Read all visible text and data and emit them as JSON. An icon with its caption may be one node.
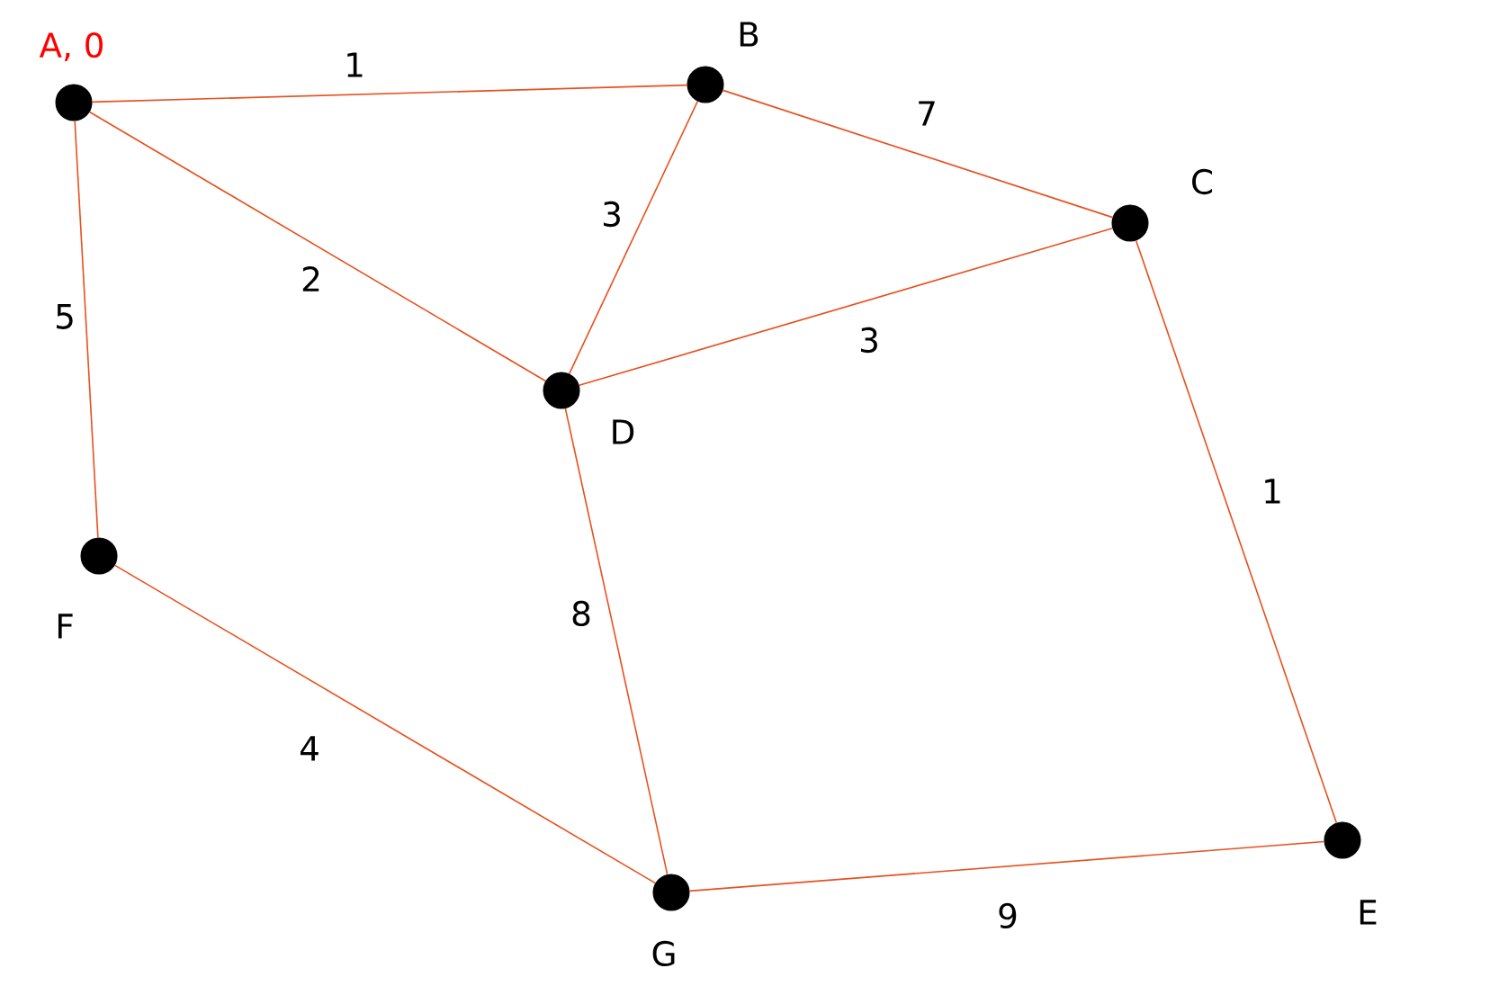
{
  "diagram": {
    "nodes": [
      {
        "text": [],
        "shape": "circle",
        "beside": [
          "A, 0"
        ]
      },
      {
        "text": [],
        "shape": "circle",
        "beside": [
          "B"
        ]
      },
      {
        "text": [],
        "shape": "circle",
        "beside": [
          "C"
        ]
      },
      {
        "text": [],
        "shape": "circle",
        "beside": [
          "D"
        ]
      },
      {
        "text": [],
        "shape": "circle",
        "beside": [
          "F"
        ]
      },
      {
        "text": [],
        "shape": "circle",
        "beside": [
          "G"
        ]
      },
      {
        "text": [],
        "shape": "circle",
        "beside": [
          "E"
        ]
      }
    ],
    "edges": [
      {
        "from": 0,
        "to": 1,
        "arrow": "none",
        "label": "1"
      },
      {
        "from": 1,
        "to": 2,
        "arrow": "none",
        "label": "7"
      },
      {
        "from": 0,
        "to": 3,
        "arrow": "none",
        "label": "2"
      },
      {
        "from": 1,
        "to": 3,
        "arrow": "none",
        "label": "3"
      },
      {
        "from": 3,
        "to": 2,
        "arrow": "none",
        "label": "3"
      },
      {
        "from": 0,
        "to": 4,
        "arrow": "none",
        "label": "5"
      },
      {
        "from": 3,
        "to": 5,
        "arrow": "none",
        "label": "8"
      },
      {
        "from": 2,
        "to": 6,
        "arrow": "none",
        "label": "1"
      },
      {
        "from": 4,
        "to": 5,
        "arrow": "none",
        "label": "4"
      },
      {
        "from": 5,
        "to": 6,
        "arrow": "none",
        "label": "9"
      }
    ]
  }
}
